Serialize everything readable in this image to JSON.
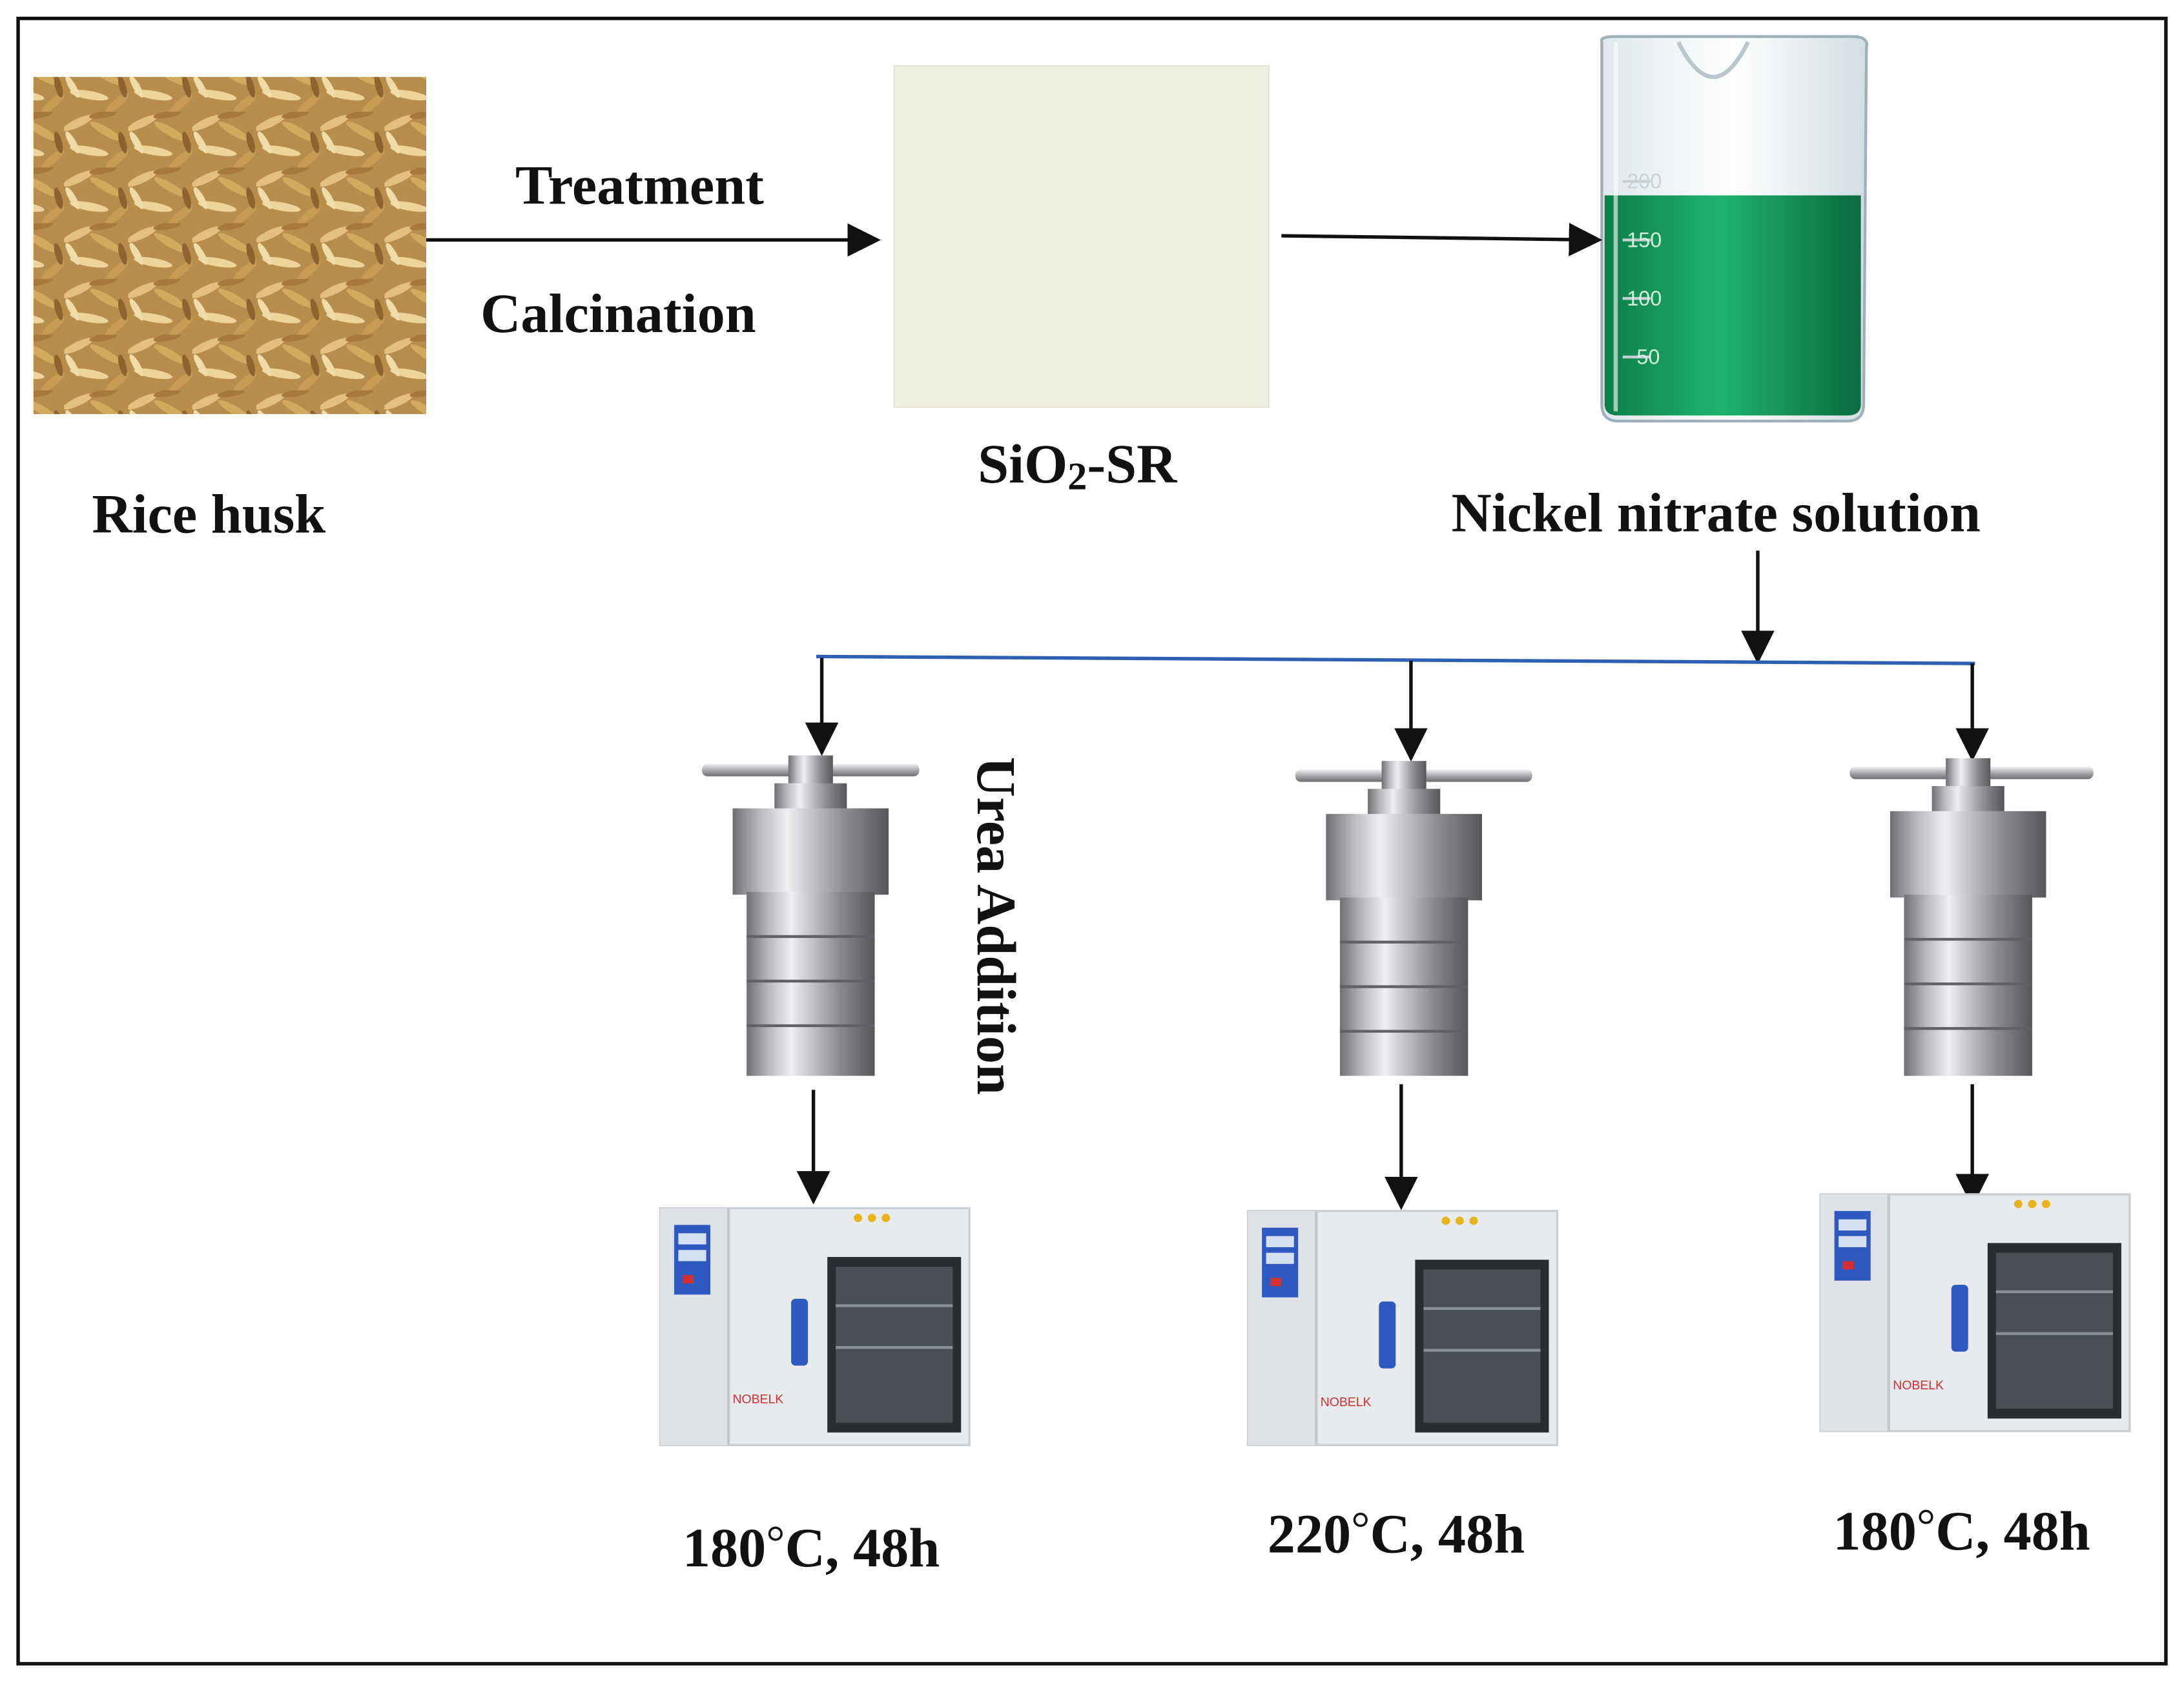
{
  "labels": {
    "rice_husk": "Rice husk",
    "treatment": "Treatment",
    "calcination": "Calcination",
    "sio2_prefix": "SiO",
    "sio2_sub": "2",
    "sio2_suffix": "-SR",
    "nickel_solution": "Nickel nitrate solution",
    "urea_addition": "Urea Addition",
    "beaker_200": "200",
    "beaker_150": "150",
    "beaker_100": "100",
    "beaker_50": "50",
    "oven_brand": "NOBELK"
  },
  "conditions": [
    {
      "temp": "180",
      "rest": "C, 48h"
    },
    {
      "temp": "220",
      "rest": "C, 48h"
    },
    {
      "temp": "180",
      "rest": "C, 48h"
    }
  ],
  "degree_symbol": "°",
  "colors": {
    "solution_green": "#10a060",
    "branch_line_blue": "#2f5fb3",
    "husk_gold": "#c9a05a",
    "silica_powder": "#f2f1e6",
    "oven_body": "#e9ecef",
    "oven_panel": "#2d59c0"
  }
}
